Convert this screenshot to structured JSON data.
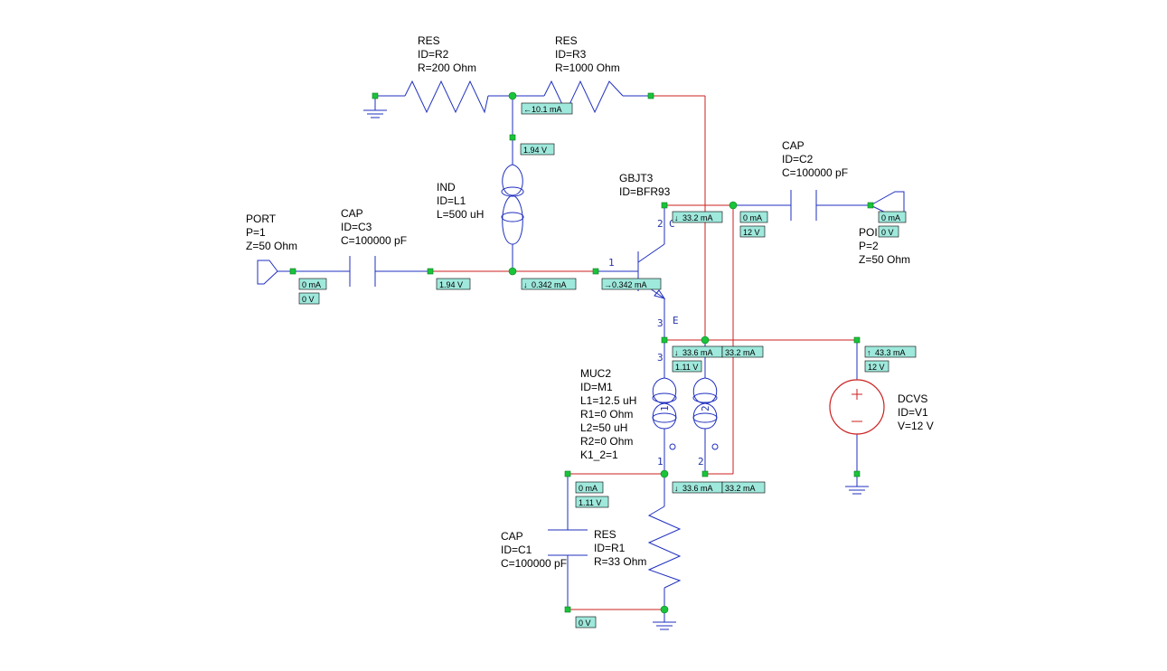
{
  "colors": {
    "wire": "#1f2fbf",
    "connection": "#cc1f1f",
    "node": "#19c43a",
    "annotation_bg": "#9fe8dc"
  },
  "components": {
    "R2": {
      "lines": [
        "RES",
        "ID=R2",
        "R=200 Ohm"
      ]
    },
    "R3": {
      "lines": [
        "RES",
        "ID=R3",
        "R=1000 Ohm"
      ]
    },
    "L1": {
      "lines": [
        "IND",
        "ID=L1",
        "L=500 uH"
      ]
    },
    "C3": {
      "lines": [
        "CAP",
        "ID=C3",
        "C=100000 pF"
      ]
    },
    "P1": {
      "lines": [
        "PORT",
        "P=1",
        "Z=50 Ohm"
      ]
    },
    "Q1": {
      "lines": [
        "GBJT3",
        "ID=BFR93"
      ]
    },
    "C2": {
      "lines": [
        "CAP",
        "ID=C2",
        "C=100000 pF"
      ]
    },
    "P2": {
      "lines": [
        "POI",
        "P=2",
        "Z=50 Ohm"
      ]
    },
    "M1": {
      "lines": [
        "MUC2",
        "ID=M1",
        "L1=12.5 uH",
        "R1=0 Ohm",
        "L2=50 uH",
        "R2=0 Ohm",
        "K1_2=1"
      ]
    },
    "V1": {
      "lines": [
        "DCVS",
        "ID=V1",
        "V=12 V"
      ]
    },
    "C1": {
      "lines": [
        "CAP",
        "ID=C1",
        "C=100000 pF"
      ]
    },
    "R1": {
      "lines": [
        "RES",
        "ID=R1",
        "R=33 Ohm"
      ]
    }
  },
  "pins": {
    "q_base": "1",
    "q_collector": "2",
    "q_collector_c": "C",
    "q_emitter": "3",
    "q_emitter_e": "E",
    "m_top": "3",
    "m_bot1": "1",
    "m_bot2": "2",
    "m_coil1": "1",
    "m_coil2": "2"
  },
  "annotations": {
    "r2r3_current": "10.1 mA",
    "l1_top_voltage": "1.94 V",
    "port1_current": "0 mA",
    "port1_voltage": "0 V",
    "c3_out_voltage": "1.94 V",
    "l1_bottom_current": "0.342 mA",
    "base_current": "0.342 mA",
    "collector_current": "33.2 mA",
    "c2_in_current": "0 mA",
    "c2_in_voltage": "12 V",
    "port2_current": "0 mA",
    "port2_voltage": "0 V",
    "emitter_current": "33.6 mA",
    "emitter_voltage": "1.11 V",
    "m_pin2_current": "33.2 mA",
    "v1_current": "43.3 mA",
    "v1_voltage": "12 V",
    "c1_current": "0 mA",
    "c1_voltage": "1.11 V",
    "m_bot1_current": "33.6 mA",
    "m_bot2_current": "33.2 mA",
    "gnd_voltage": "0 V"
  }
}
